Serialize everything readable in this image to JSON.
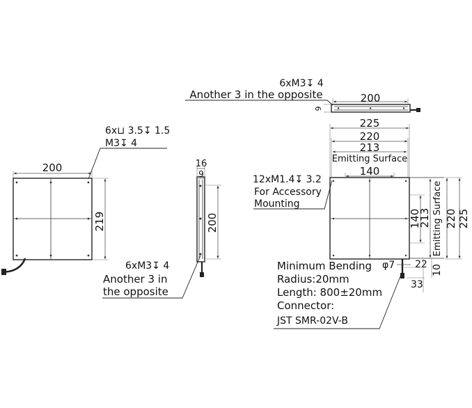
{
  "front_view": {
    "width_dim": "200",
    "height_dim": "219",
    "hole_note_line1": "6x⊔ 3.5↧ 1.5",
    "hole_note_line2": "M3↧ 4"
  },
  "side_view": {
    "thickness_dim": "16",
    "inner_dim": "9",
    "length_dim": "200",
    "screw_note_line1": "6xM3↧ 4",
    "screw_note_line2": "Another 3 in",
    "screw_note_line3": "the opposite"
  },
  "top_view": {
    "screw_note_line1": "6xM3↧ 4",
    "screw_note_line2": "Another 3 in the opposite",
    "length_dim": "200",
    "edge_dim": "9"
  },
  "right_view": {
    "dim_225": "225",
    "dim_220": "220",
    "dim_213": "213",
    "emitting_label": "Emitting Surface",
    "dim_140": "140",
    "mount_note_line1": "12xM1.4↧ 3.2",
    "mount_note_line2": "For Accessory",
    "mount_note_line3": "Mounting",
    "vdim_140": "140",
    "vdim_213": "213",
    "vdim_220": "220",
    "vdim_225": "225",
    "v_emitting_label": "Emitting Surface",
    "cable_dia": "φ7",
    "dim_22": "22",
    "dim_33": "33",
    "dim_10": "10",
    "cable_note_line1": "Minimum Bending",
    "cable_note_line2": "Radius:20mm",
    "cable_note_line3": "Length: 800±20mm",
    "cable_note_line4": "Connector:",
    "cable_note_line5": "JST SMR-02V-B"
  }
}
